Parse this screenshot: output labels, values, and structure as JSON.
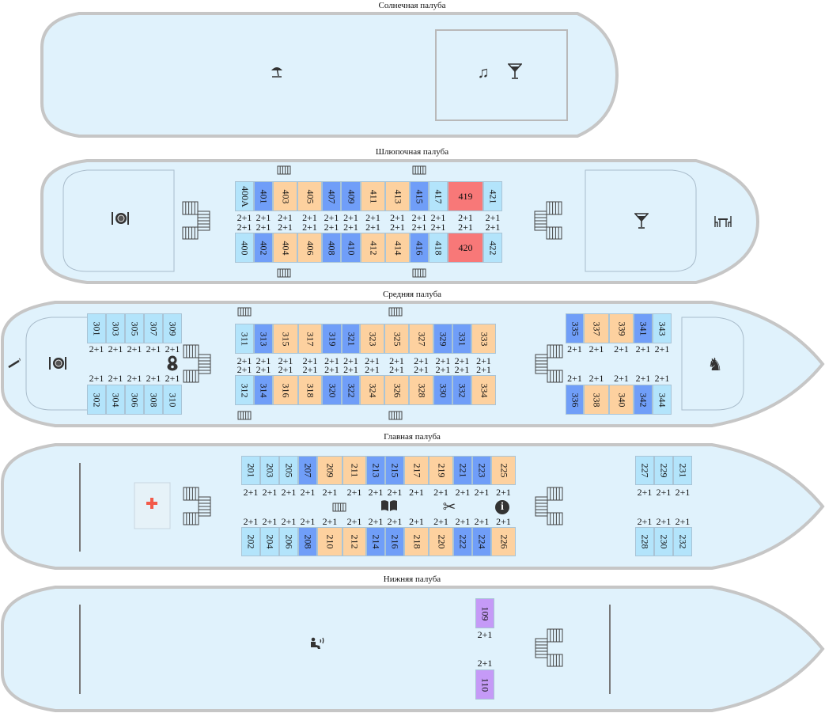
{
  "colors": {
    "light-blue": "#b3e4fb",
    "blue": "#709ef8",
    "peach": "#fdd19f",
    "red": "#f87878",
    "purple": "#c59af7",
    "deck-fill": "#e0f2fc",
    "hull-stroke": "#c6c6c6"
  },
  "decks": {
    "sun": {
      "title": "Солнечная палуба"
    },
    "boat": {
      "title": "Шлюпочная палуба",
      "rows": {
        "boat_top": [
          {
            "n": "400A",
            "c": "light-blue",
            "cap": "2+1"
          },
          {
            "n": "401",
            "c": "blue",
            "cap": "2+1"
          },
          {
            "n": "403",
            "c": "peach",
            "cap": "2+1"
          },
          {
            "n": "405",
            "c": "peach",
            "cap": "2+1"
          },
          {
            "n": "407",
            "c": "blue",
            "cap": "2+1"
          },
          {
            "n": "409",
            "c": "blue",
            "cap": "2+1"
          },
          {
            "n": "411",
            "c": "peach",
            "cap": "2+1"
          },
          {
            "n": "413",
            "c": "peach",
            "cap": "2+1"
          },
          {
            "n": "415",
            "c": "blue",
            "cap": "2+1"
          },
          {
            "n": "417",
            "c": "light-blue",
            "cap": "2+1"
          },
          {
            "n": "419",
            "c": "red",
            "cap": "2+1"
          },
          {
            "n": "421",
            "c": "light-blue",
            "cap": "2+1"
          }
        ],
        "boat_bottom": [
          {
            "n": "400",
            "c": "light-blue",
            "cap": "2+1"
          },
          {
            "n": "402",
            "c": "blue",
            "cap": "2+1"
          },
          {
            "n": "404",
            "c": "peach",
            "cap": "2+1"
          },
          {
            "n": "406",
            "c": "peach",
            "cap": "2+1"
          },
          {
            "n": "408",
            "c": "blue",
            "cap": "2+1"
          },
          {
            "n": "410",
            "c": "blue",
            "cap": "2+1"
          },
          {
            "n": "412",
            "c": "peach",
            "cap": "2+1"
          },
          {
            "n": "414",
            "c": "peach",
            "cap": "2+1"
          },
          {
            "n": "416",
            "c": "blue",
            "cap": "2+1"
          },
          {
            "n": "418",
            "c": "light-blue",
            "cap": "2+1"
          },
          {
            "n": "420",
            "c": "red",
            "cap": "2+1"
          },
          {
            "n": "422",
            "c": "light-blue",
            "cap": "2+1"
          }
        ]
      }
    },
    "middle": {
      "title": "Средняя палуба",
      "rows": {
        "mid_left_top": [
          {
            "n": "301",
            "c": "light-blue",
            "cap": "2+1"
          },
          {
            "n": "303",
            "c": "light-blue",
            "cap": "2+1"
          },
          {
            "n": "305",
            "c": "light-blue",
            "cap": "2+1"
          },
          {
            "n": "307",
            "c": "light-blue",
            "cap": "2+1"
          },
          {
            "n": "309",
            "c": "light-blue",
            "cap": "2+1"
          }
        ],
        "mid_left_bottom": [
          {
            "n": "302",
            "c": "light-blue",
            "cap": "2+1"
          },
          {
            "n": "304",
            "c": "light-blue",
            "cap": "2+1"
          },
          {
            "n": "306",
            "c": "light-blue",
            "cap": "2+1"
          },
          {
            "n": "308",
            "c": "light-blue",
            "cap": "2+1"
          },
          {
            "n": "310",
            "c": "light-blue",
            "cap": "2+1"
          }
        ],
        "mid_center_top": [
          {
            "n": "311",
            "c": "light-blue",
            "cap": "2+1"
          },
          {
            "n": "313",
            "c": "blue",
            "cap": "2+1"
          },
          {
            "n": "315",
            "c": "peach",
            "cap": "2+1"
          },
          {
            "n": "317",
            "c": "peach",
            "cap": "2+1"
          },
          {
            "n": "319",
            "c": "blue",
            "cap": "2+1"
          },
          {
            "n": "321",
            "c": "blue",
            "cap": "2+1"
          },
          {
            "n": "323",
            "c": "peach",
            "cap": "2+1"
          },
          {
            "n": "325",
            "c": "peach",
            "cap": "2+1"
          },
          {
            "n": "327",
            "c": "peach",
            "cap": "2+1"
          },
          {
            "n": "329",
            "c": "blue",
            "cap": "2+1"
          },
          {
            "n": "331",
            "c": "blue",
            "cap": "2+1"
          },
          {
            "n": "333",
            "c": "peach",
            "cap": "2+1"
          }
        ],
        "mid_center_bottom": [
          {
            "n": "312",
            "c": "light-blue",
            "cap": "2+1"
          },
          {
            "n": "314",
            "c": "blue",
            "cap": "2+1"
          },
          {
            "n": "316",
            "c": "peach",
            "cap": "2+1"
          },
          {
            "n": "318",
            "c": "peach",
            "cap": "2+1"
          },
          {
            "n": "320",
            "c": "blue",
            "cap": "2+1"
          },
          {
            "n": "322",
            "c": "blue",
            "cap": "2+1"
          },
          {
            "n": "324",
            "c": "peach",
            "cap": "2+1"
          },
          {
            "n": "326",
            "c": "peach",
            "cap": "2+1"
          },
          {
            "n": "328",
            "c": "peach",
            "cap": "2+1"
          },
          {
            "n": "330",
            "c": "blue",
            "cap": "2+1"
          },
          {
            "n": "332",
            "c": "blue",
            "cap": "2+1"
          },
          {
            "n": "334",
            "c": "peach",
            "cap": "2+1"
          }
        ],
        "mid_right_top": [
          {
            "n": "335",
            "c": "blue",
            "cap": "2+1"
          },
          {
            "n": "337",
            "c": "peach",
            "cap": "2+1"
          },
          {
            "n": "339",
            "c": "peach",
            "cap": "2+1"
          },
          {
            "n": "341",
            "c": "blue",
            "cap": "2+1"
          },
          {
            "n": "343",
            "c": "light-blue",
            "cap": "2+1"
          }
        ],
        "mid_right_bottom": [
          {
            "n": "336",
            "c": "blue",
            "cap": "2+1"
          },
          {
            "n": "338",
            "c": "peach",
            "cap": "2+1"
          },
          {
            "n": "340",
            "c": "peach",
            "cap": "2+1"
          },
          {
            "n": "342",
            "c": "blue",
            "cap": "2+1"
          },
          {
            "n": "344",
            "c": "light-blue",
            "cap": "2+1"
          }
        ]
      }
    },
    "main": {
      "title": "Главная палуба",
      "rows": {
        "main_center_top": [
          {
            "n": "201",
            "c": "light-blue",
            "cap": "2+1"
          },
          {
            "n": "203",
            "c": "light-blue",
            "cap": "2+1"
          },
          {
            "n": "205",
            "c": "light-blue",
            "cap": "2+1"
          },
          {
            "n": "207",
            "c": "blue",
            "cap": "2+1"
          },
          {
            "n": "209",
            "c": "peach",
            "cap": "2+1"
          },
          {
            "n": "211",
            "c": "peach",
            "cap": "2+1"
          },
          {
            "n": "213",
            "c": "blue",
            "cap": "2+1"
          },
          {
            "n": "215",
            "c": "blue",
            "cap": "2+1"
          },
          {
            "n": "217",
            "c": "peach",
            "cap": "2+1"
          },
          {
            "n": "219",
            "c": "peach",
            "cap": "2+1"
          },
          {
            "n": "221",
            "c": "blue",
            "cap": "2+1"
          },
          {
            "n": "223",
            "c": "blue",
            "cap": "2+1"
          },
          {
            "n": "225",
            "c": "peach",
            "cap": "2+1"
          }
        ],
        "main_center_bottom": [
          {
            "n": "202",
            "c": "light-blue",
            "cap": "2+1"
          },
          {
            "n": "204",
            "c": "light-blue",
            "cap": "2+1"
          },
          {
            "n": "206",
            "c": "light-blue",
            "cap": "2+1"
          },
          {
            "n": "208",
            "c": "blue",
            "cap": "2+1"
          },
          {
            "n": "210",
            "c": "peach",
            "cap": "2+1"
          },
          {
            "n": "212",
            "c": "peach",
            "cap": "2+1"
          },
          {
            "n": "214",
            "c": "blue",
            "cap": "2+1"
          },
          {
            "n": "216",
            "c": "blue",
            "cap": "2+1"
          },
          {
            "n": "218",
            "c": "peach",
            "cap": "2+1"
          },
          {
            "n": "220",
            "c": "peach",
            "cap": "2+1"
          },
          {
            "n": "222",
            "c": "blue",
            "cap": "2+1"
          },
          {
            "n": "224",
            "c": "blue",
            "cap": "2+1"
          },
          {
            "n": "226",
            "c": "peach",
            "cap": "2+1"
          }
        ],
        "main_right_top": [
          {
            "n": "227",
            "c": "light-blue",
            "cap": "2+1"
          },
          {
            "n": "229",
            "c": "light-blue",
            "cap": "2+1"
          },
          {
            "n": "231",
            "c": "light-blue",
            "cap": "2+1"
          }
        ],
        "main_right_bottom": [
          {
            "n": "228",
            "c": "light-blue",
            "cap": "2+1"
          },
          {
            "n": "230",
            "c": "light-blue",
            "cap": "2+1"
          },
          {
            "n": "232",
            "c": "light-blue",
            "cap": "2+1"
          }
        ]
      }
    },
    "lower": {
      "title": "Нижняя палуба",
      "rows": {
        "lower_top": [
          {
            "n": "109",
            "c": "purple",
            "cap": "2+1"
          }
        ],
        "lower_bottom": [
          {
            "n": "110",
            "c": "purple",
            "cap": "2+1"
          }
        ]
      }
    }
  },
  "icons": {
    "music": "♫",
    "scissors": "✂",
    "horse": "♞",
    "info": "i"
  }
}
